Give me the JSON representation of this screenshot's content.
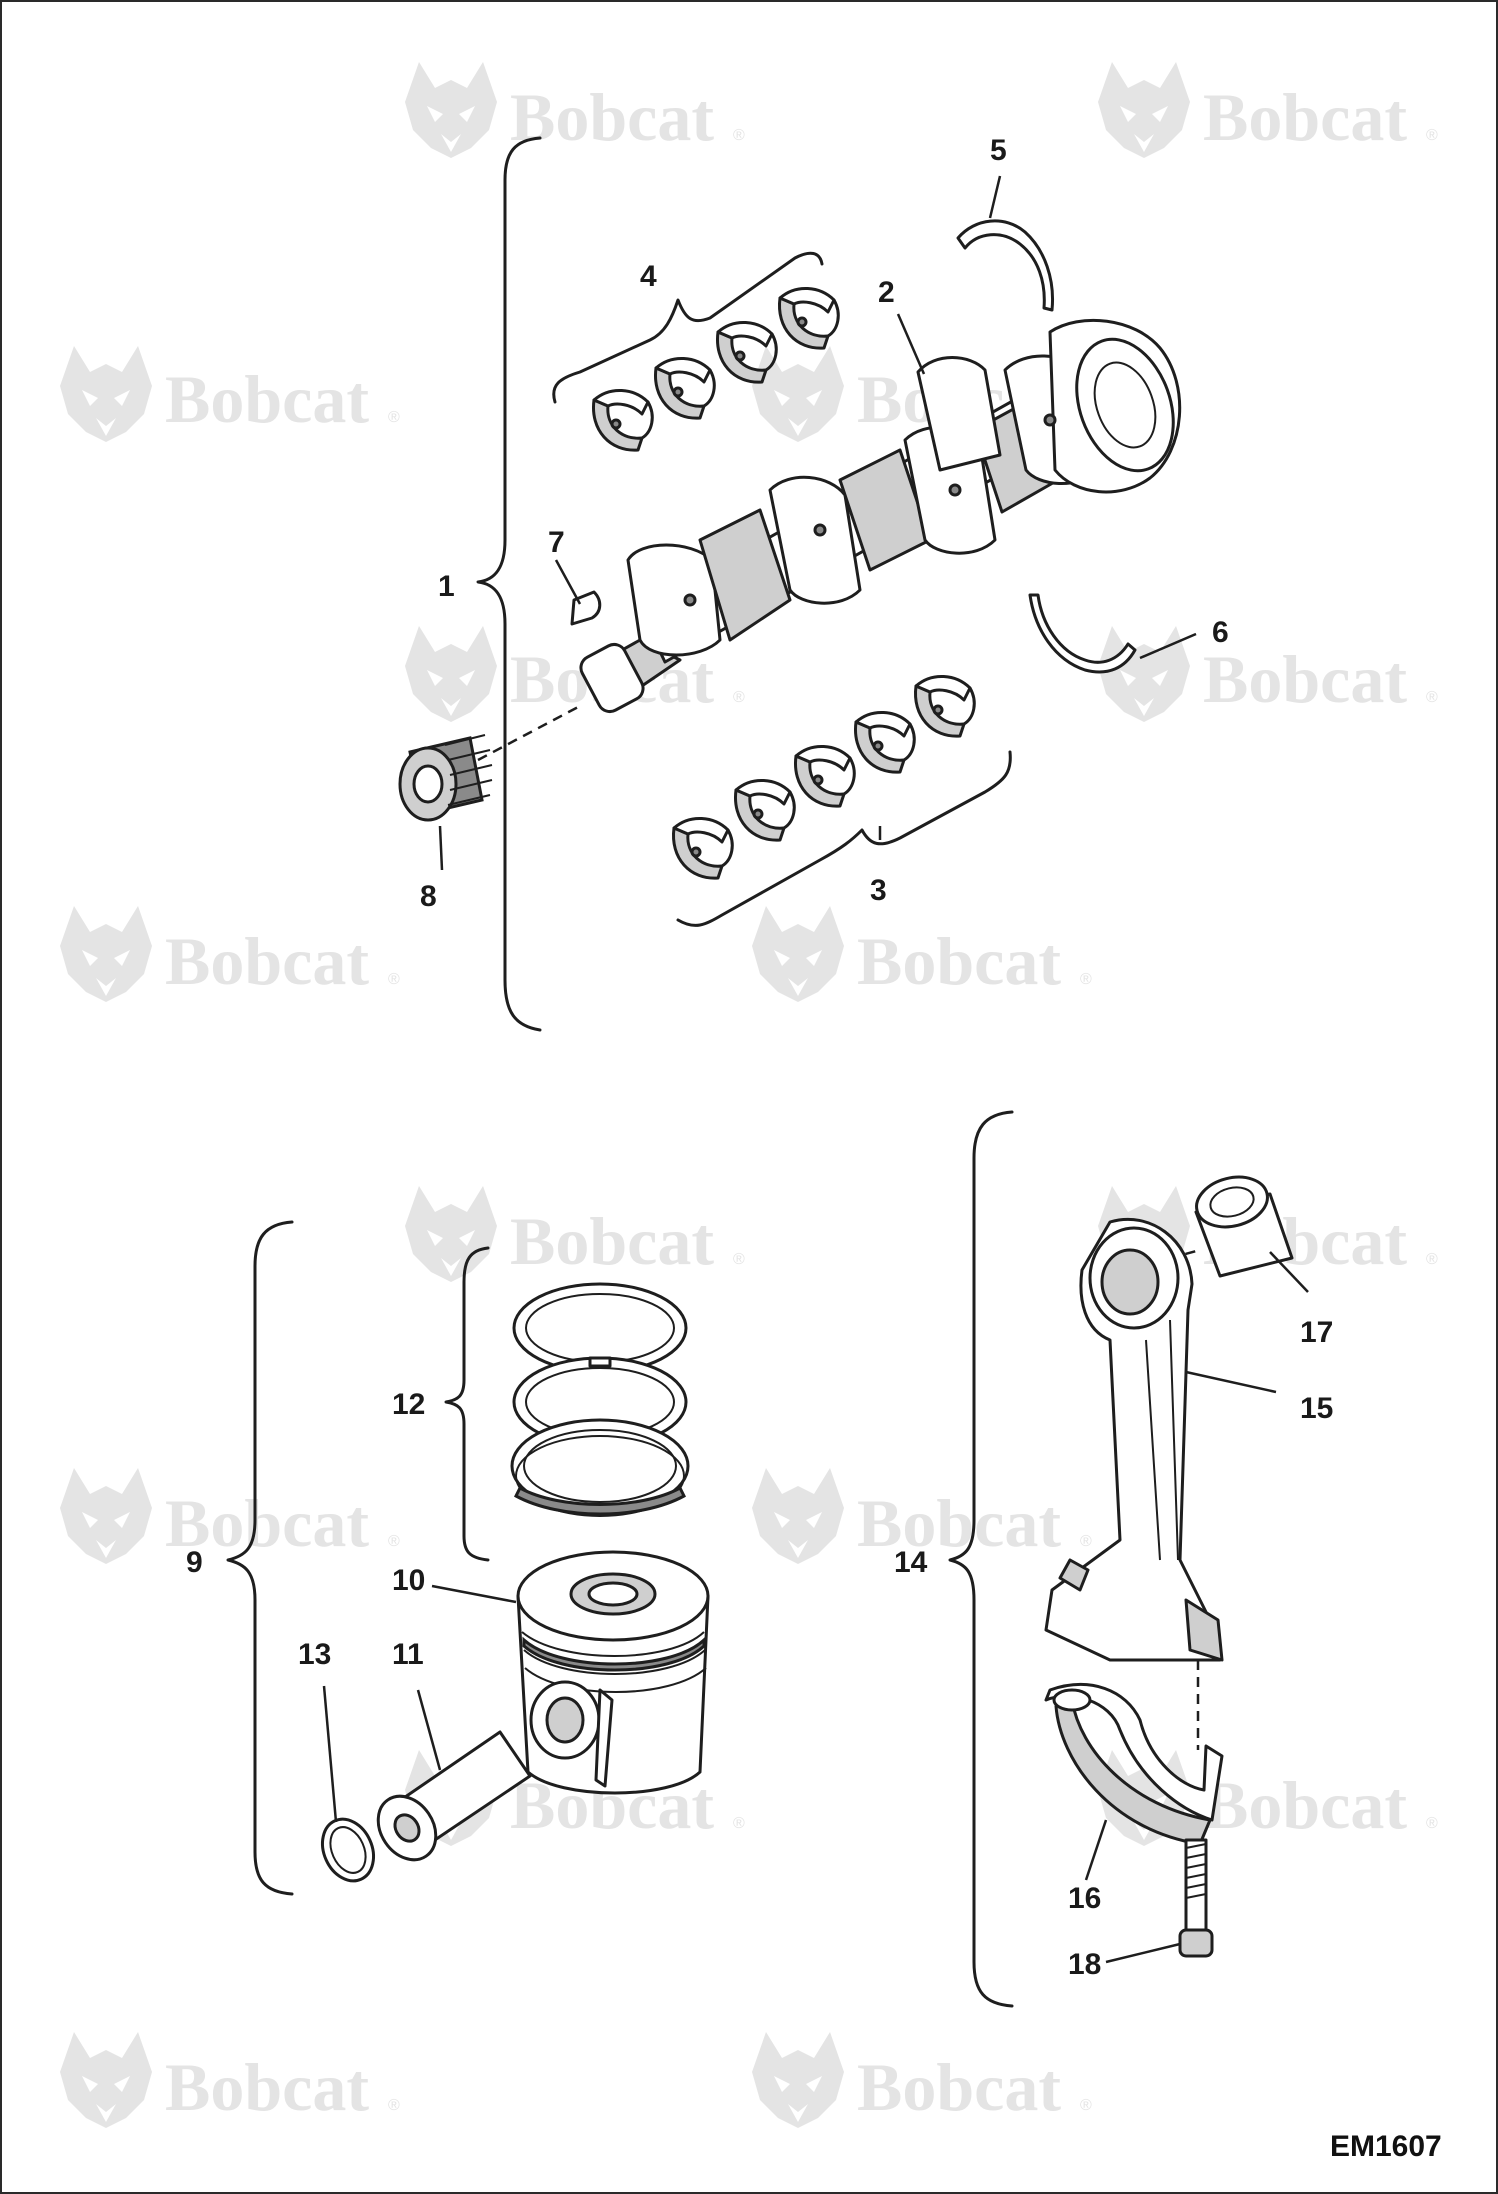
{
  "watermark": {
    "brand": "Bobcat",
    "reg_mark": "®"
  },
  "callouts": {
    "c1": "1",
    "c2": "2",
    "c3": "3",
    "c4": "4",
    "c5": "5",
    "c6": "6",
    "c7": "7",
    "c8": "8",
    "c9": "9",
    "c10": "10",
    "c11": "11",
    "c12": "12",
    "c13": "13",
    "c14": "14",
    "c15": "15",
    "c16": "16",
    "c17": "17",
    "c18": "18"
  },
  "reference_code": "EM1607",
  "colors": {
    "line": "#1e1e1e",
    "watermark": "#e4e4e4",
    "shade": "#cfcfcf"
  }
}
